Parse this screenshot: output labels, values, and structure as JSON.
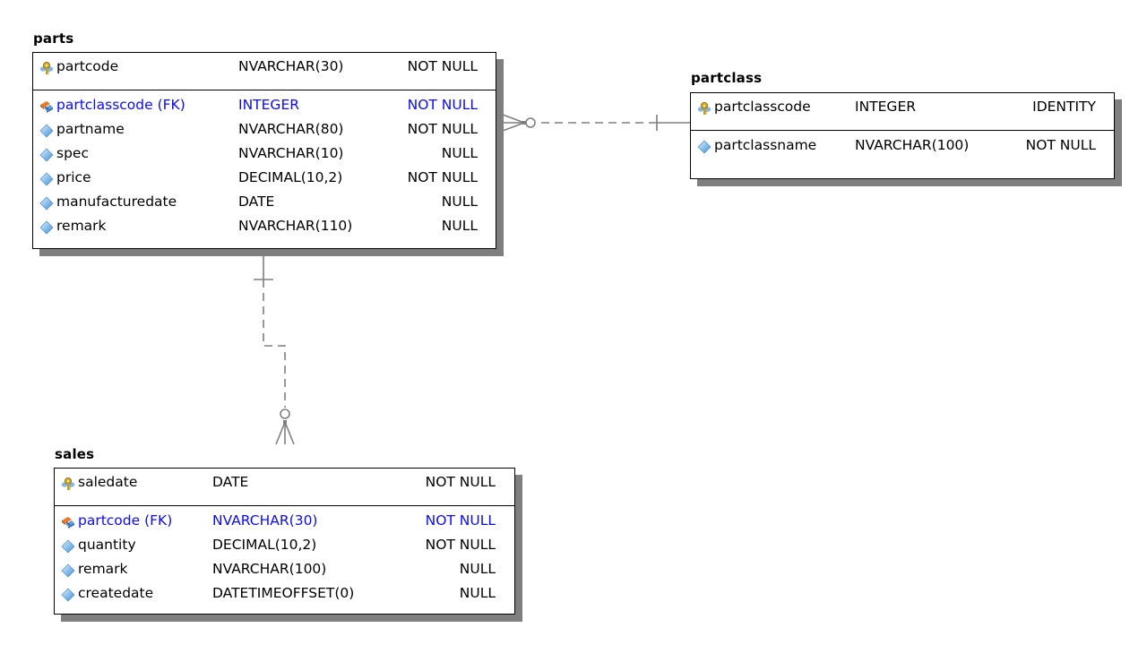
{
  "diagram": {
    "entities": {
      "parts": {
        "title": "parts",
        "pk": [
          {
            "name": "partcode",
            "type": "NVARCHAR(30)",
            "null": "NOT NULL",
            "icon": "primary-key-icon",
            "fk": false
          }
        ],
        "attrs": [
          {
            "name": "partclasscode (FK)",
            "type": "INTEGER",
            "null": "NOT NULL",
            "icon": "foreign-key-icon",
            "fk": true
          },
          {
            "name": "partname",
            "type": "NVARCHAR(80)",
            "null": "NOT NULL",
            "icon": "attribute-icon",
            "fk": false
          },
          {
            "name": "spec",
            "type": "NVARCHAR(10)",
            "null": "NULL",
            "icon": "attribute-icon",
            "fk": false
          },
          {
            "name": "price",
            "type": "DECIMAL(10,2)",
            "null": "NOT NULL",
            "icon": "attribute-icon",
            "fk": false
          },
          {
            "name": "manufacturedate",
            "type": "DATE",
            "null": "NULL",
            "icon": "attribute-icon",
            "fk": false
          },
          {
            "name": "remark",
            "type": "NVARCHAR(110)",
            "null": "NULL",
            "icon": "attribute-icon",
            "fk": false
          }
        ]
      },
      "partclass": {
        "title": "partclass",
        "pk": [
          {
            "name": "partclasscode",
            "type": "INTEGER",
            "null": "IDENTITY",
            "icon": "primary-key-icon",
            "fk": false
          }
        ],
        "attrs": [
          {
            "name": "partclassname",
            "type": "NVARCHAR(100)",
            "null": "NOT NULL",
            "icon": "attribute-icon",
            "fk": false
          }
        ]
      },
      "sales": {
        "title": "sales",
        "pk": [
          {
            "name": "saledate",
            "type": "DATE",
            "null": "NOT NULL",
            "icon": "primary-key-icon",
            "fk": false
          }
        ],
        "attrs": [
          {
            "name": "partcode (FK)",
            "type": "NVARCHAR(30)",
            "null": "NOT NULL",
            "icon": "foreign-key-icon",
            "fk": true
          },
          {
            "name": "quantity",
            "type": "DECIMAL(10,2)",
            "null": "NOT NULL",
            "icon": "attribute-icon",
            "fk": false
          },
          {
            "name": "remark",
            "type": "NVARCHAR(100)",
            "null": "NULL",
            "icon": "attribute-icon",
            "fk": false
          },
          {
            "name": "createdate",
            "type": "DATETIMEOFFSET(0)",
            "null": "NULL",
            "icon": "attribute-icon",
            "fk": false
          }
        ]
      }
    },
    "relationships": [
      {
        "from": "partclass",
        "to": "parts",
        "parent_cardinality": "one",
        "child_cardinality": "zero-or-many",
        "style": "dashed"
      },
      {
        "from": "parts",
        "to": "sales",
        "parent_cardinality": "one",
        "child_cardinality": "zero-or-many",
        "style": "dashed"
      }
    ],
    "colors": {
      "fk_text": "#0a0aff",
      "shadow": "#7f7f7f",
      "line": "#7f7f7f"
    }
  }
}
